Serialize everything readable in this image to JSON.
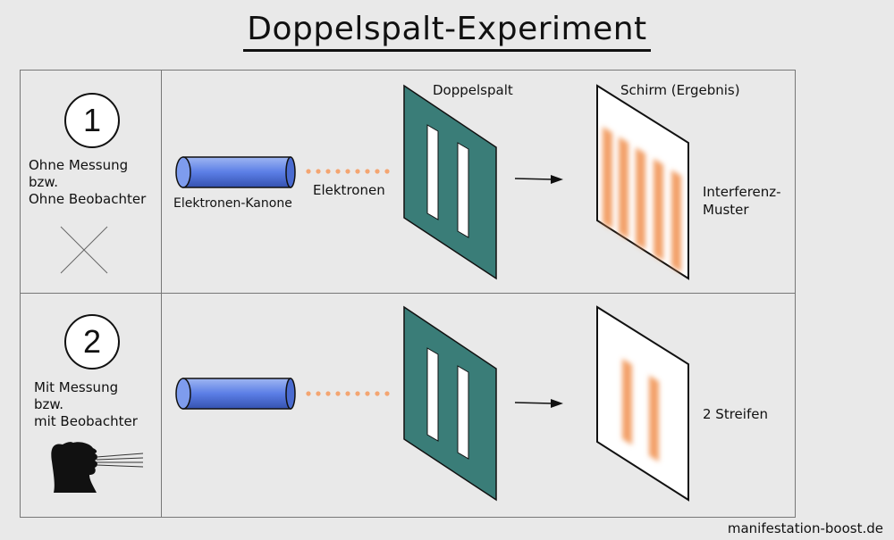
{
  "title": "Doppelspalt-Experiment",
  "rows": [
    {
      "number": "1",
      "condition_line1": "Ohne Messung",
      "condition_line2": "bzw.",
      "condition_line3": "Ohne Beobachter",
      "gun_label": "Elektronen-Kanone",
      "particles_label": "Elektronen",
      "slit_label": "Doppelspalt",
      "screen_label": "Schirm (Ergebnis)",
      "result_line1": "Interferenz-",
      "result_line2": "Muster"
    },
    {
      "number": "2",
      "condition_line1": "Mit Messung",
      "condition_line2": "bzw.",
      "condition_line3": "mit Beobachter",
      "result_line1": "2 Streifen"
    }
  ],
  "footer": "manifestation-boost.de",
  "colors": {
    "gun": "#5b7ee6",
    "particles": "#f4a571",
    "slit": "#3a7d78",
    "pattern": "#f09050"
  },
  "icons": {
    "row1_marker": "cross-icon",
    "row2_marker": "observer-head-icon"
  }
}
